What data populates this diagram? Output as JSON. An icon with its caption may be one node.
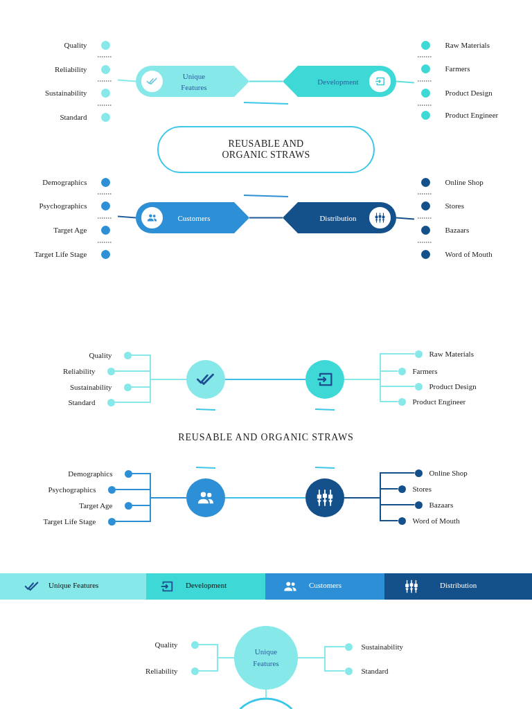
{
  "diagram": {
    "nodes": [
      {
        "text": [
          "Quality"
        ]
      },
      {
        "text": [
          "Reliability"
        ]
      },
      {
        "text": [
          "Sustainability"
        ]
      },
      {
        "text": [
          "Standard"
        ]
      },
      {
        "text": [
          "Unique Features"
        ]
      },
      {
        "text": [
          "Development"
        ]
      },
      {
        "text": [
          "Raw Materials"
        ]
      },
      {
        "text": [
          "Farmers"
        ]
      },
      {
        "text": [
          "Product Design"
        ]
      },
      {
        "text": [
          "Product Engineer"
        ]
      },
      {
        "text": [
          "REUSABLE AND ORGANIC STRAWS"
        ]
      },
      {
        "text": [
          "Demographics"
        ]
      },
      {
        "text": [
          "Psychographics"
        ]
      },
      {
        "text": [
          "Target Age"
        ]
      },
      {
        "text": [
          "Target Life Stage"
        ]
      },
      {
        "text": [
          "Customers"
        ]
      },
      {
        "text": [
          "Distribution"
        ]
      },
      {
        "text": [
          "Online Shop"
        ]
      },
      {
        "text": [
          "Stores"
        ]
      },
      {
        "text": [
          "Bazaars"
        ]
      },
      {
        "text": [
          "Word of Mouth"
        ]
      },
      {
        "text": [
          "Quality"
        ]
      },
      {
        "text": [
          "Reliability"
        ]
      },
      {
        "text": [
          "Sustainability"
        ]
      },
      {
        "text": [
          "Standard"
        ]
      },
      {
        "text": [],
        "shape": "circle"
      },
      {
        "text": [],
        "shape": "circle"
      },
      {
        "text": [
          "Raw Materials"
        ]
      },
      {
        "text": [
          "Farmers"
        ]
      },
      {
        "text": [
          "Product Design"
        ]
      },
      {
        "text": [
          "Product Engineer"
        ]
      },
      {
        "text": [
          "Demographics"
        ]
      },
      {
        "text": [
          "Psychographics"
        ]
      },
      {
        "text": [
          "Target Age"
        ]
      },
      {
        "text": [
          "Target Life Stage"
        ]
      },
      {
        "text": [],
        "shape": "circle"
      },
      {
        "text": [],
        "shape": "circle"
      },
      {
        "text": [
          "Online Shop"
        ]
      },
      {
        "text": [
          "Stores"
        ]
      },
      {
        "text": [
          "Bazaars"
        ]
      },
      {
        "text": [
          "Word of Mouth"
        ]
      },
      {
        "text": [
          "Unique Features"
        ]
      },
      {
        "text": [
          "Development"
        ]
      },
      {
        "text": [
          "Customers"
        ]
      },
      {
        "text": [
          "Distribution"
        ]
      },
      {
        "text": [
          "Quality"
        ]
      },
      {
        "text": [
          "Reliability"
        ]
      },
      {
        "text": [
          "Unique Features"
        ]
      },
      {
        "text": [
          "Sustainability"
        ]
      },
      {
        "text": [
          "Standard"
        ]
      },
      {
        "text": [],
        "shape": "circle"
      }
    ],
    "edges": [
      {
        "from": 4,
        "to": null,
        "arrow": "none"
      },
      {
        "from": 4,
        "to": 5,
        "arrow": "none",
        "color": "#5ddfe0"
      },
      {
        "from": 5,
        "to": null,
        "arrow": "none",
        "color": "#5ddfe0"
      },
      {
        "from": 15,
        "to": null,
        "arrow": "none",
        "color": "#245f98"
      },
      {
        "from": 15,
        "to": 16,
        "arrow": "none",
        "color": "#1f5a94"
      },
      {
        "from": 16,
        "to": null,
        "arrow": "none",
        "color": "#14508a"
      },
      {
        "from": 25,
        "to": 21,
        "arrow": "none"
      },
      {
        "from": 25,
        "to": 22,
        "arrow": "none"
      },
      {
        "from": 25,
        "to": 23,
        "arrow": "none"
      },
      {
        "from": 25,
        "to": 24,
        "arrow": "none"
      },
      {
        "from": 25,
        "to": 26,
        "arrow": "none",
        "color": "#3fc0ea"
      },
      {
        "from": 26,
        "to": 27,
        "arrow": "none"
      },
      {
        "from": 26,
        "to": 28,
        "arrow": "none"
      },
      {
        "from": 26,
        "to": 29,
        "arrow": "none"
      },
      {
        "from": 26,
        "to": 30,
        "arrow": "none"
      },
      {
        "from": 35,
        "to": 31,
        "arrow": "none",
        "color": "#2d8fd5"
      },
      {
        "from": 35,
        "to": 32,
        "arrow": "none",
        "color": "#2d8fd5"
      },
      {
        "from": 35,
        "to": 33,
        "arrow": "none",
        "color": "#2d8fd5"
      },
      {
        "from": 35,
        "to": 34,
        "arrow": "none",
        "color": "#2d8fd5"
      },
      {
        "from": 35,
        "to": 36,
        "arrow": "none",
        "color": "#3fc0ea"
      },
      {
        "from": 36,
        "to": 37,
        "arrow": "none",
        "color": "#14508a"
      },
      {
        "from": 36,
        "to": 38,
        "arrow": "none",
        "color": "#14508a"
      },
      {
        "from": 36,
        "to": 39,
        "arrow": "none",
        "color": "#14508a"
      },
      {
        "from": 36,
        "to": 40,
        "arrow": "none",
        "color": "#14508a"
      },
      {
        "from": 47,
        "to": 45,
        "arrow": "none"
      },
      {
        "from": 47,
        "to": 46,
        "arrow": "none"
      },
      {
        "from": 47,
        "to": 48,
        "arrow": "none"
      },
      {
        "from": 47,
        "to": 49,
        "arrow": "none"
      },
      {
        "from": 47,
        "to": 50,
        "arrow": "none"
      }
    ],
    "labels": [
      "REUSABLE AND ORGANIC STRAWS"
    ]
  }
}
